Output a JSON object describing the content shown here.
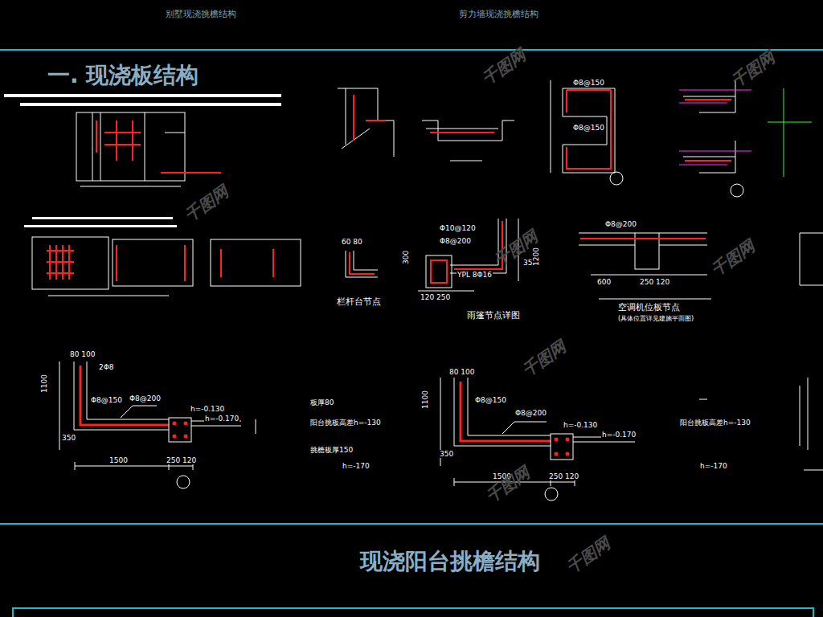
{
  "diagram": {
    "title": "一. 现浇板结构",
    "caption": "现浇阳台挑檐结构",
    "labels": [
      "别墅现浇挑檐结构",
      "剪力墙现浇挑檐结构",
      "栏杆台节点",
      "雨篷节点详图",
      "空调机位板节点",
      "(具体位置详见建施平面图)",
      "80 100",
      "2Φ8",
      "1100",
      "Φ8@150",
      "Φ8@200",
      "h=-0.130",
      "h=-0.170",
      "350",
      "1500",
      "250 120",
      "板厚80",
      "阳台挑板高差h=-130",
      "挑檐板厚150",
      "h=-170",
      "80 100",
      "1100",
      "Φ8@150",
      "Φ8@200",
      "h=-0.130",
      "h=-0.170",
      "350",
      "1500",
      "250 120",
      "阳台挑板高差h=-130",
      "h=-170",
      "Φ10@120",
      "Φ8@200",
      "300",
      "350",
      "YPL 8Φ16",
      "120 250",
      "1200",
      "Φ8@200",
      "600",
      "250 120",
      "Φ8@150",
      "Φ8@150",
      "60 80",
      "千图网",
      "千图网",
      "千图网",
      "千图网",
      "千图网",
      "千图网",
      "千图网",
      "千图网"
    ]
  }
}
